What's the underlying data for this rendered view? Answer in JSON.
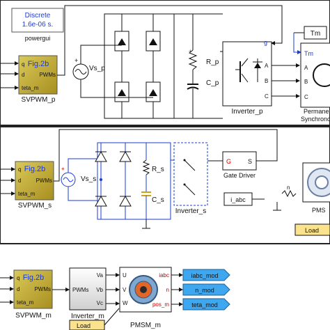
{
  "panel1": {
    "powergui_block": {
      "line1": "Discrete",
      "line2": "1.6e-06 s."
    },
    "powergui_label": "powergui",
    "svpwm": {
      "title": "Fig.2b",
      "in_q": "q",
      "in_d": "d",
      "in_teta": "teta_m",
      "out": "PWMs",
      "label": "SVPWM_p"
    },
    "source_label": "Vs_p",
    "resistor_label": "R_p",
    "capacitor_label": "C_p",
    "inverter": {
      "gate": "g",
      "phase_a": "A",
      "phase_b": "B",
      "phase_c": "C",
      "label": "Inverter_p"
    },
    "torque_const": "Tm",
    "motor": {
      "in_tm": "Tm",
      "in_a": "A",
      "in_b": "B",
      "in_c": "C",
      "label_line1": "Permane",
      "label_line2": "Synchrono"
    }
  },
  "panel2": {
    "svpwm": {
      "title": "Fig.2b",
      "in_q": "q",
      "in_d": "d",
      "in_teta": "teta_m",
      "out": "PWMs",
      "label": "SVPWM_s"
    },
    "source_label": "Vs_s",
    "resistor_label": "R_s",
    "capacitor_label": "C_s",
    "inverter_label": "Inverter_s",
    "gate_driver": {
      "in_g": "G",
      "out_s": "S",
      "label": "Gate Driver"
    },
    "current_block": "i_abc",
    "motor_label": "PMS",
    "load_button": "Load"
  },
  "panel3": {
    "svpwm": {
      "title": "Fig.2b",
      "in_q": "q",
      "in_d": "d",
      "in_teta": "teta_m",
      "out": "PWMs",
      "label": "SVPWM_m"
    },
    "inverter": {
      "in": "PWMs",
      "va": "Va",
      "vb": "Vb",
      "vc": "Vc",
      "label": "Inverter_m"
    },
    "pmsm": {
      "in_u": "U",
      "in_v": "V",
      "in_w": "W",
      "out_iabc": "iabc",
      "out_n": "n",
      "out_pos": "pos_m",
      "label": "PMSM_m"
    },
    "outputs": [
      "iabc_mod",
      "n_mod",
      "teta_mod"
    ],
    "load_button": "Load"
  },
  "colors": {
    "blue_text": "#1a3bd6",
    "olive_block": "#c9b23a",
    "load_yellow": "#fbe38e",
    "output_blue": "#3fa7f0",
    "red_text": "#cc0000"
  }
}
